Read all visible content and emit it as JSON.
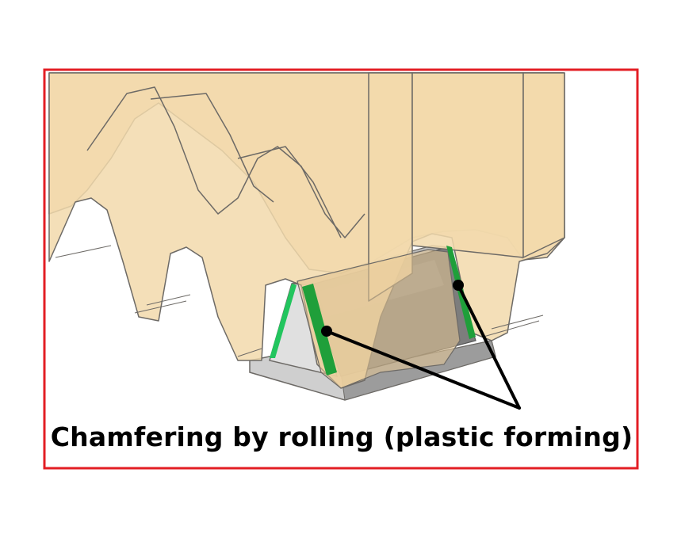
{
  "caption": "Chamfering by rolling (plastic forming)",
  "colors": {
    "frame": "#e31e24",
    "gear_fill": "#f2d9ac",
    "gear_stroke": "#6d6a66",
    "tool_light": "#d9d9d9",
    "tool_mid": "#a9a9a9",
    "tool_dark": "#7b7b7b",
    "chamfer_green": "#1f9f3a",
    "chamfer_bright": "#22c55e",
    "leader": "#000000"
  },
  "icons": {
    "gear": "gear-rack-teeth",
    "tool": "rolling-tool",
    "chamfer": "chamfer-edge",
    "pointer": "leader-line-dot"
  }
}
